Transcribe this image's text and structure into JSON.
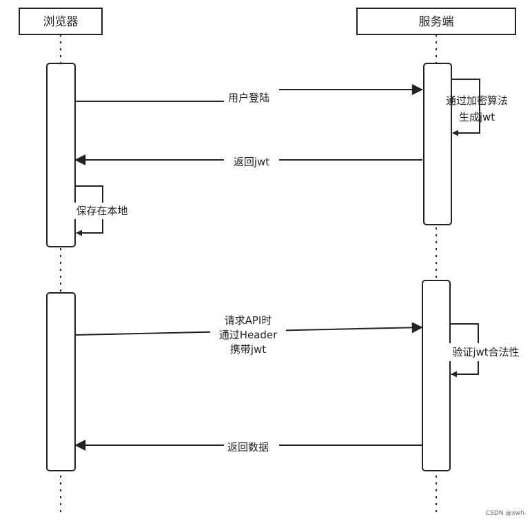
{
  "actors": {
    "browser": "浏览器",
    "server": "服务端"
  },
  "messages": {
    "login": "用户登陆",
    "return_jwt": "返回jwt",
    "request_line1": "请求API时",
    "request_line2": "通过Header",
    "request_line3": "携带jwt",
    "return_data": "返回数据"
  },
  "self_actions": {
    "generate_line1": "通过加密算法",
    "generate_line2": "生成jwt",
    "save_local": "保存在本地",
    "verify": "验证jwt合法性"
  },
  "watermark": "CSDN @xwh-"
}
